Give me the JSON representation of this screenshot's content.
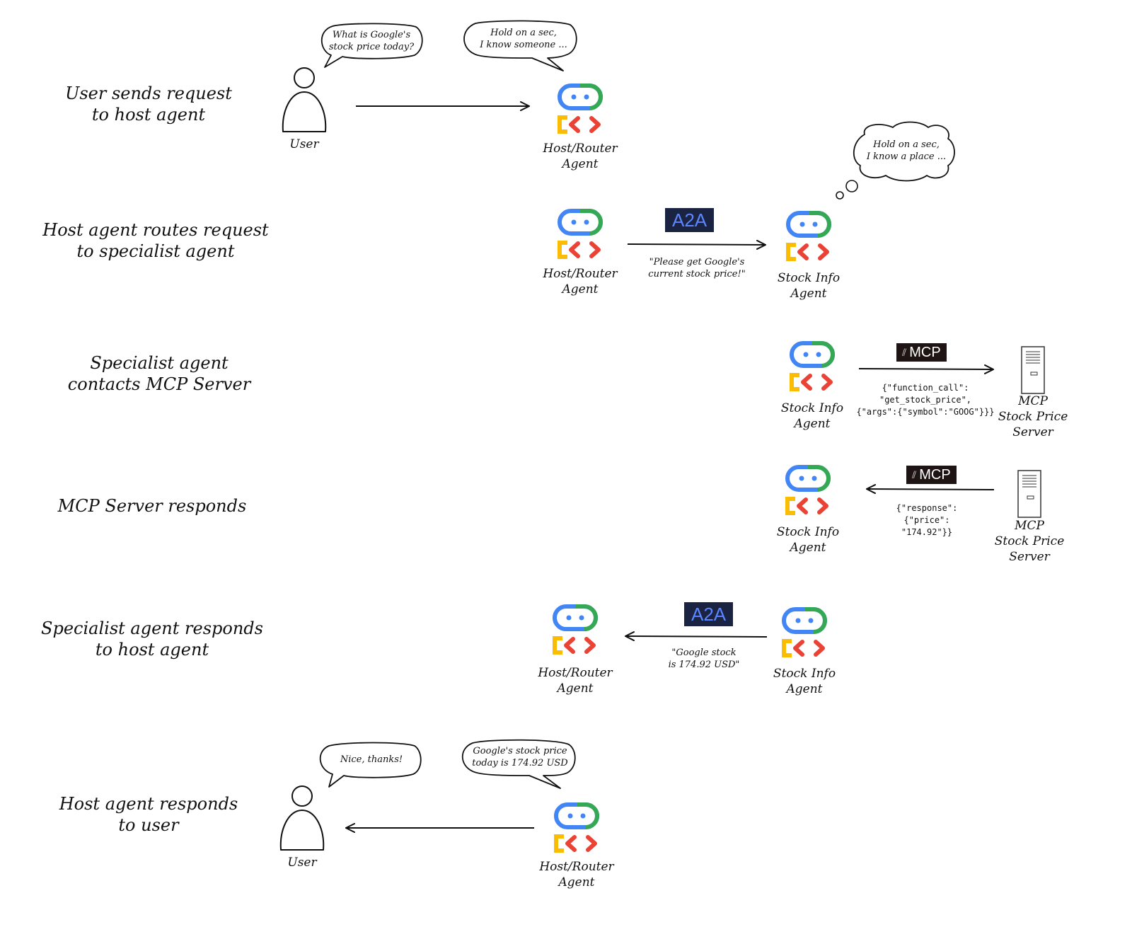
{
  "steps": [
    "User sends request\nto host agent",
    "Host agent routes request\nto specialist agent",
    "Specialist agent\ncontacts MCP Server",
    "MCP Server responds",
    "Specialist agent responds\nto host agent",
    "Host agent responds\nto user"
  ],
  "nodes": {
    "user": "User",
    "host_agent": "Host/Router\nAgent",
    "stock_agent": "Stock Info\nAgent",
    "mcp_server": "MCP\nStock Price\nServer"
  },
  "bubbles": {
    "user_question": "What is Google's\nstock price today?",
    "host_reply_1": "Hold on a sec,\nI know someone ...",
    "stock_thought": "Hold on a sec,\nI know a place ...",
    "user_thanks": "Nice, thanks!",
    "host_answer": "Google's stock price\ntoday is 174.92 USD"
  },
  "messages": {
    "a2a_request": "\"Please get Google's\ncurrent stock price!\"",
    "mcp_call": "{\"function_call\": \"get_stock_price\",\n{\"args\":{\"symbol\":\"GOOG\"}}}",
    "mcp_response": "{\"response\":\n{\"price\": \"174.92\"}}",
    "a2a_response": "\"Google stock\nis 174.92 USD\""
  },
  "badges": {
    "a2a": "A2A",
    "mcp": "MCP"
  },
  "colors": {
    "google_blue": "#4285F4",
    "google_green": "#34A853",
    "google_yellow": "#FBBC04",
    "google_red": "#EA4335"
  }
}
